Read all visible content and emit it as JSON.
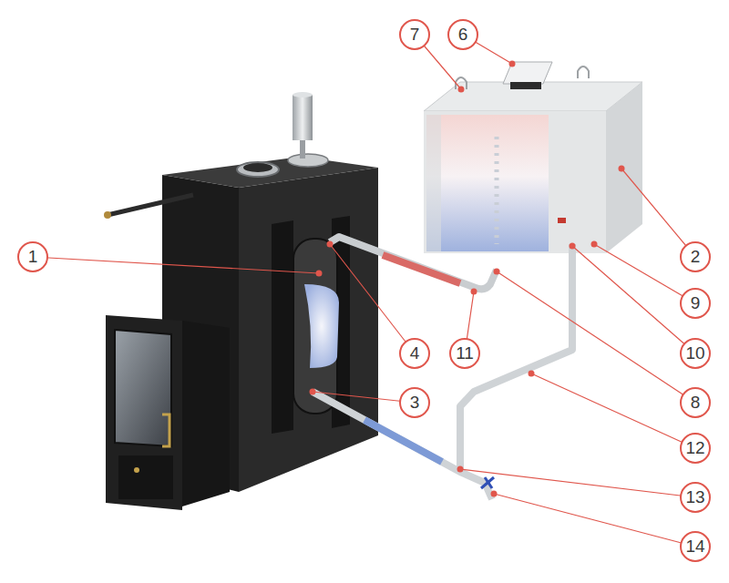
{
  "diagram": {
    "labels": [
      "7",
      "6",
      "1",
      "2",
      "9",
      "4",
      "11",
      "10",
      "3",
      "8",
      "12",
      "13",
      "14"
    ]
  }
}
